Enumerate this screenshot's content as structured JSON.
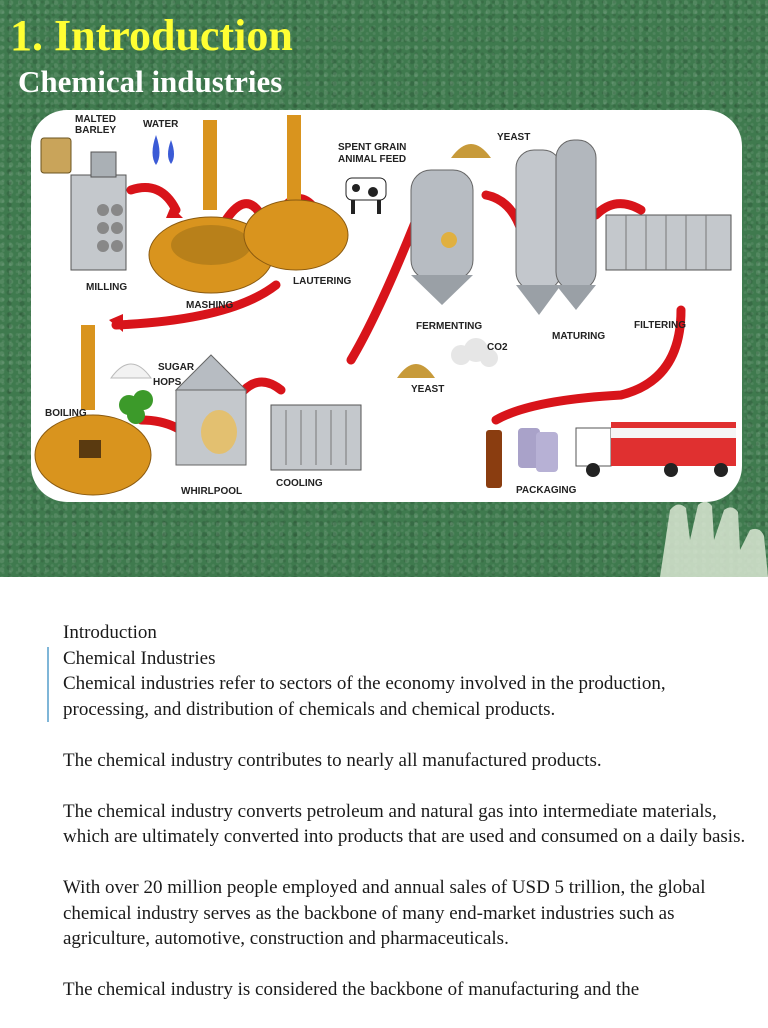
{
  "slide": {
    "title": "1. Introduction",
    "subtitle": "Chemical industries"
  },
  "diagram": {
    "labels": {
      "malted_barley_1": "MALTED",
      "malted_barley_2": "BARLEY",
      "water": "WATER",
      "spent_grain_1": "SPENT GRAIN",
      "spent_grain_2": "ANIMAL FEED",
      "yeast_top": "YEAST",
      "milling": "MILLING",
      "mashing": "MASHING",
      "lautering": "LAUTERING",
      "fermenting": "FERMENTING",
      "maturing": "MATURING",
      "filtering": "FILTERING",
      "co2": "CO2",
      "yeast_bottom": "YEAST",
      "sugar_1": "SUGAR",
      "hops": "HOPS",
      "boiling": "BOILING",
      "whirlpool": "WHIRLPOOL",
      "cooling": "COOLING",
      "packaging": "PACKAGING"
    },
    "colors": {
      "arrow": "#d8141a",
      "copper": "#d9941e",
      "steel": "#b7bcc2"
    }
  },
  "document": {
    "lines": [
      "Introduction",
      "Chemical Industries",
      "Chemical industries refer to sectors of the economy involved in the production, processing, and distribution of chemicals and chemical products."
    ],
    "paragraphs": [
      "The chemical industry contributes to nearly all manufactured products.",
      "The chemical industry converts petroleum and natural gas into intermediate materials, which are ultimately converted into products that are used and consumed on a daily basis.",
      "With over 20 million people employed and annual sales of USD 5 trillion, the global chemical industry serves as the backbone of many end-market industries such as agriculture, automotive, construction and pharmaceuticals.",
      "The chemical industry is considered the backbone of manufacturing and the"
    ]
  }
}
